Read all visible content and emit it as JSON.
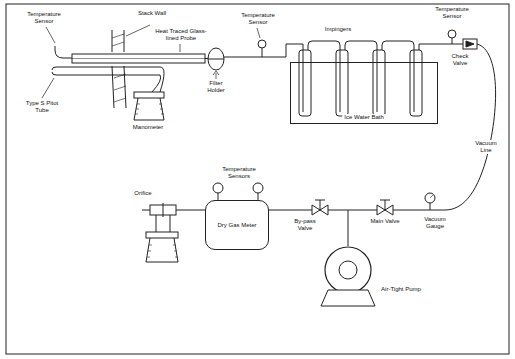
{
  "diagram": {
    "nodes": [
      {
        "text": [
          "Ice Water Bath"
        ]
      },
      {
        "text": [
          "Dry Gas Meter"
        ]
      },
      {
        "text": [
          "Air-Tight Pump"
        ]
      }
    ],
    "edges": [
      {
        "from": 1,
        "to": 2,
        "arrow": "none"
      }
    ],
    "labels": [
      "Temperature Sensor",
      "Stack Wall",
      "Heat Traced Glass-lined Probe",
      "Type S Pitot Tube",
      "Manometer",
      "Temperature Sensor",
      "Filter Holder",
      "Impingers",
      "Temperature Sensor",
      "Check Valve",
      "Vacuum Line",
      "Orifice",
      "Temperature Sensors",
      "Vacuum Gauge",
      "By-pass Valve",
      "Main Valve"
    ]
  }
}
